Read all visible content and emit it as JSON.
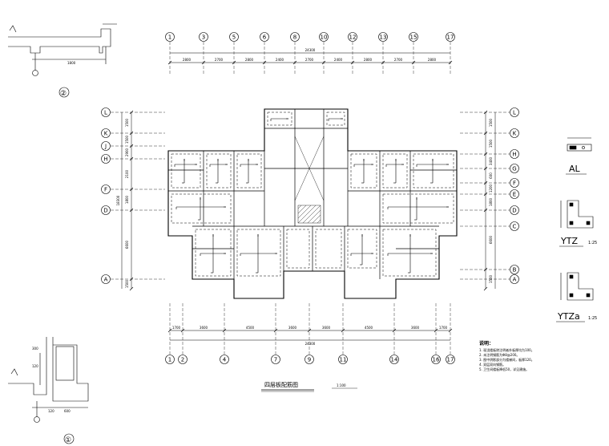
{
  "sheet": {
    "title": "四层板配筋图",
    "scale_note": "1:100"
  },
  "grid": {
    "top_labels": [
      "1",
      "3",
      "5",
      "6",
      "8",
      "10",
      "12",
      "13",
      "15",
      "17"
    ],
    "bottom_labels": [
      "1",
      "2",
      "4",
      "7",
      "9",
      "11",
      "14",
      "16",
      "17"
    ],
    "left_labels": [
      "L",
      "K",
      "J",
      "H",
      "F",
      "D",
      "A"
    ],
    "right_labels": [
      "L",
      "K",
      "H",
      "G",
      "F",
      "E",
      "D",
      "C",
      "B",
      "A"
    ],
    "top_dims": [
      "2800",
      "2700",
      "2800",
      "2400",
      "2700",
      "2400",
      "2800",
      "2700",
      "2800"
    ],
    "top_total": "24300",
    "bottom_dims": [
      "1700",
      "3600",
      "4500",
      "3600",
      "3600",
      "4500",
      "3600",
      "1700"
    ],
    "bottom_total": "24300",
    "left_dims": [
      "1500",
      "1500",
      "2900",
      "2100",
      "1800",
      "6600",
      "1500"
    ],
    "left_total": "18300",
    "right_dims": [
      "1500",
      "1500",
      "3400",
      "600",
      "1200",
      "1800",
      "6600",
      "1500"
    ]
  },
  "details": {
    "d1": "①",
    "d2": "②",
    "d2_dim": "1800",
    "d1_dims": [
      "300",
      "120",
      "600",
      "120"
    ]
  },
  "sections": {
    "al": "AL",
    "ytz": "YTZ",
    "ytz_scale": "1:25",
    "ytza": "YTZa",
    "ytza_scale": "1:25"
  },
  "notes": {
    "heading": "说明：",
    "items": [
      "1. 现浇楼板除注明者外板厚均为100。",
      "2. 未注明钢筋为Φ8@200。",
      "3. 图中阴影部分为楼梯间，板厚120。",
      "4. 双层双向钢筋。",
      "5. 卫生间楼板降低50，详见建施。"
    ]
  }
}
